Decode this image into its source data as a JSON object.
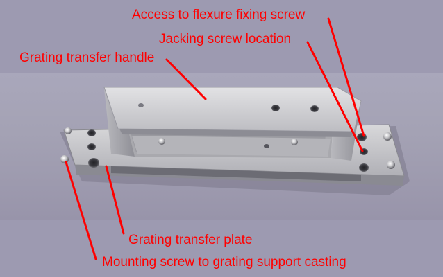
{
  "labels": {
    "access": "Access to flexure fixing screw",
    "jacking": "Jacking screw location",
    "handle": "Grating transfer handle",
    "plate": "Grating transfer plate",
    "mounting": "Mounting screw to grating support casting"
  },
  "colors": {
    "label_text": "#ff0000",
    "leader_line": "#ff0000",
    "background": "#9c9ab0",
    "metal": "#c8c8cc"
  }
}
